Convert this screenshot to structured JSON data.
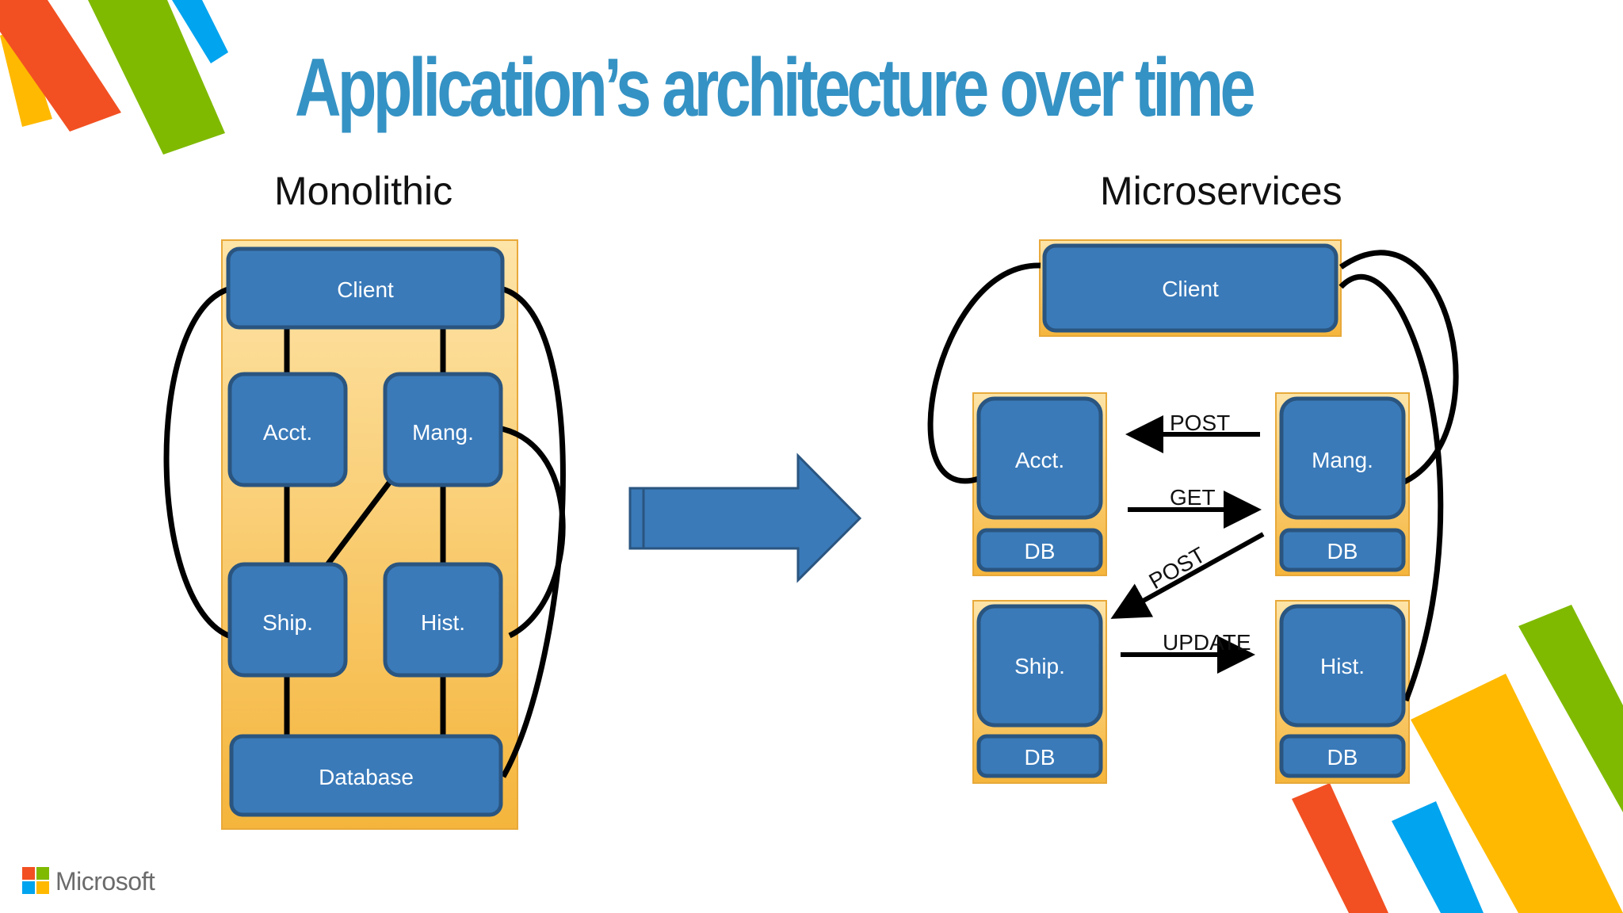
{
  "slide": {
    "title": "Application’s architecture over time",
    "title_color": "#3592c4"
  },
  "monolithic": {
    "label": "Monolithic",
    "boxes": {
      "client": "Client",
      "acct": "Acct.",
      "mang": "Mang.",
      "ship": "Ship.",
      "hist": "Hist.",
      "database": "Database"
    }
  },
  "microservices": {
    "label": "Microservices",
    "boxes": {
      "client": "Client",
      "acct": "Acct.",
      "mang": "Mang.",
      "ship": "Ship.",
      "hist": "Hist.",
      "db": "DB"
    },
    "arrows": {
      "post_top": "POST",
      "get": "GET",
      "post_diag": "POST",
      "update": "UPDATE"
    }
  },
  "branding": {
    "company": "Microsoft",
    "logo_colors": [
      "#f25022",
      "#7fba00",
      "#00a4ef",
      "#ffb900"
    ]
  },
  "colors": {
    "box_fill": "#3a7ab9",
    "box_stroke": "#2a5580",
    "container_fill": "#f9c560",
    "container_stroke": "#e8a93a",
    "stripe_orange": "#f25022",
    "stripe_green": "#7fba00",
    "stripe_blue": "#00a4ef",
    "stripe_yellow": "#ffb900"
  }
}
